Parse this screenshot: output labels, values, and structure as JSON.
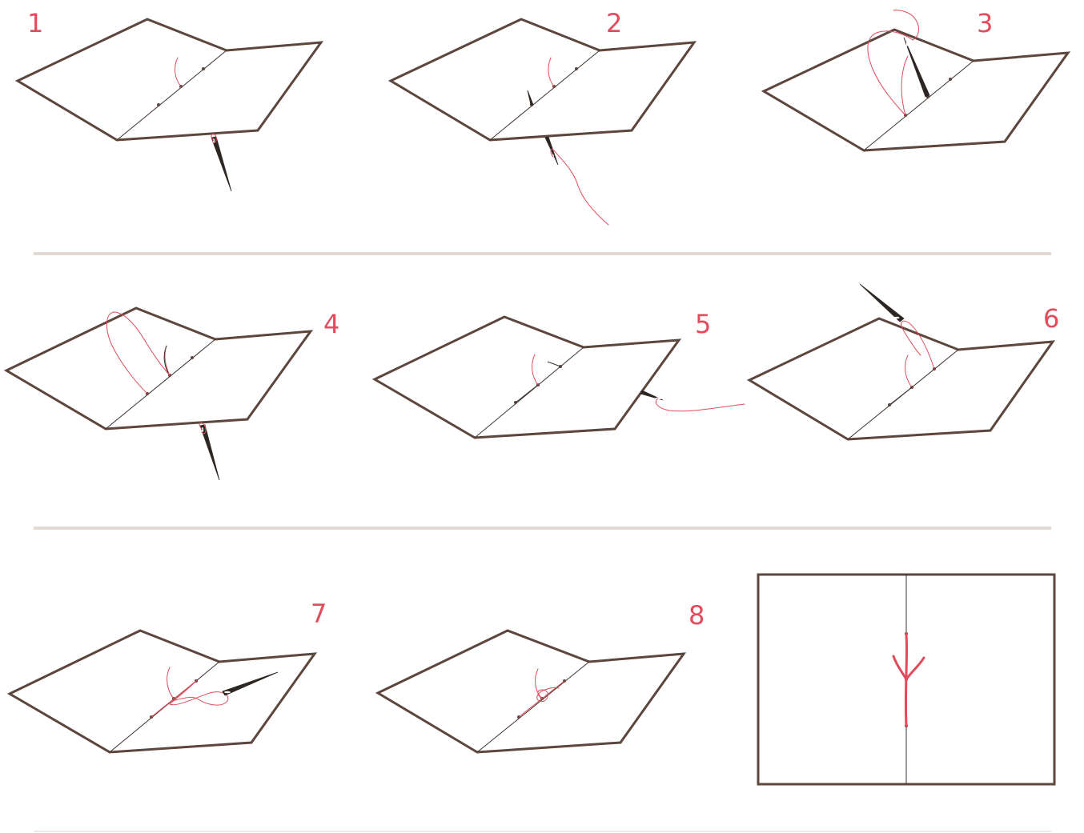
{
  "steps": [
    {
      "number": "1"
    },
    {
      "number": "2"
    },
    {
      "number": "3"
    },
    {
      "number": "4"
    },
    {
      "number": "5"
    },
    {
      "number": "6"
    },
    {
      "number": "7"
    },
    {
      "number": "8"
    }
  ],
  "colors": {
    "paper_outline": "#5c463e",
    "thread": "#e24b5b",
    "needle": "#2d2623",
    "divider": "#e3d9d5"
  },
  "icons": [
    "needle-icon",
    "thread-icon"
  ]
}
